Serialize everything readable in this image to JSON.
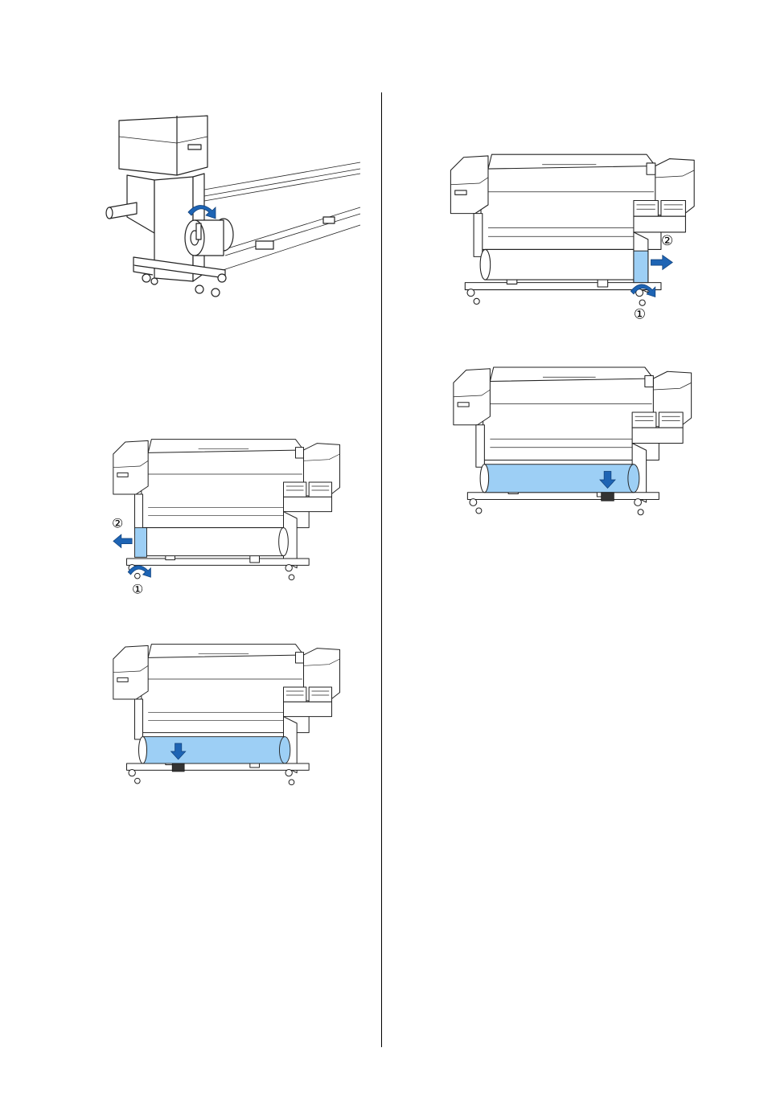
{
  "figures": [
    {
      "id": "tension-bar-knob",
      "callouts": []
    },
    {
      "id": "left-holder-unlock",
      "callouts": [
        "②",
        "①"
      ]
    },
    {
      "id": "left-holder-roll-lowered",
      "callouts": []
    },
    {
      "id": "right-holder-unlock",
      "callouts": [
        "②",
        "①"
      ]
    },
    {
      "id": "right-holder-roll-lowered",
      "callouts": []
    }
  ],
  "colors": {
    "highlight": "#9dcff5",
    "arrow": "#1e64b4",
    "line": "#222222"
  }
}
